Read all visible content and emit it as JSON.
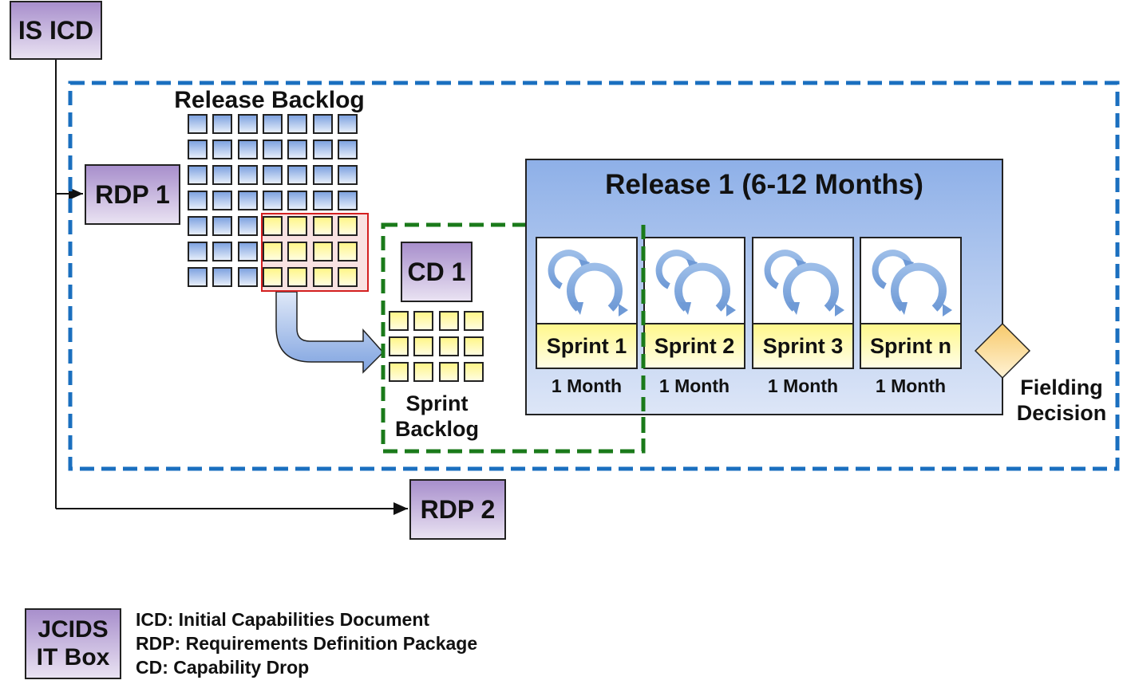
{
  "diagram": {
    "is_icd": "IS ICD",
    "rdp1": "RDP 1",
    "rdp2": "RDP 2",
    "release_backlog": {
      "title": "Release Backlog",
      "rows": 7,
      "cols": 7,
      "selected_rows": [
        4,
        5,
        6
      ],
      "selected_cols": [
        3,
        4,
        5,
        6
      ]
    },
    "cd1": "CD 1",
    "sprint_backlog": {
      "line1": "Sprint",
      "line2": "Backlog",
      "rows": 3,
      "cols": 4
    },
    "release": {
      "title": "Release 1 (6-12 Months)",
      "sprints": [
        {
          "name": "Sprint 1",
          "duration": "1 Month"
        },
        {
          "name": "Sprint 2",
          "duration": "1 Month"
        },
        {
          "name": "Sprint 3",
          "duration": "1 Month"
        },
        {
          "name": "Sprint n",
          "duration": "1 Month"
        }
      ]
    },
    "fielding": {
      "line1": "Fielding",
      "line2": "Decision"
    }
  },
  "legend": {
    "box_line1": "JCIDS",
    "box_line2": "IT Box",
    "entries": [
      "ICD: Initial Capabilities Document",
      "RDP: Requirements Definition Package",
      "CD: Capability Drop"
    ]
  },
  "colors": {
    "outer_dashed": "#1a6fbf",
    "cd_dashed": "#1a7a1a",
    "selection_border": "#d42020",
    "diamond": "#f7d48a"
  }
}
